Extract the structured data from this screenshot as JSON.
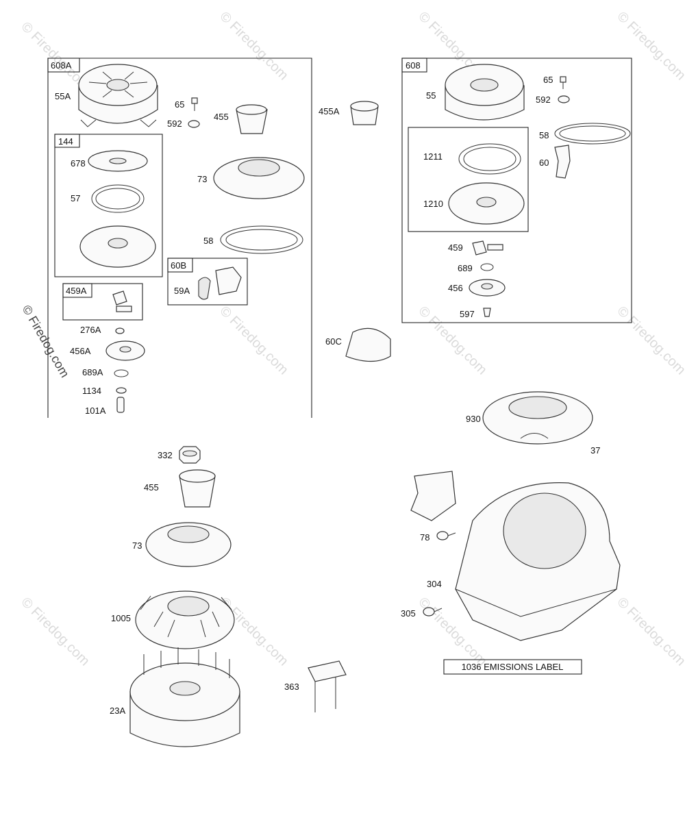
{
  "watermark": "© Firedog.com",
  "side_watermark": "© Firedog.com",
  "groups": [
    {
      "id": "g608A",
      "label": "608A"
    },
    {
      "id": "g144",
      "label": "144"
    },
    {
      "id": "g459A",
      "label": "459A"
    },
    {
      "id": "g60B",
      "label": "60B"
    },
    {
      "id": "g608",
      "label": "608"
    }
  ],
  "callouts": [
    {
      "id": "c55A",
      "text": "55A"
    },
    {
      "id": "c65a",
      "text": "65"
    },
    {
      "id": "c592a",
      "text": "592"
    },
    {
      "id": "c455a",
      "text": "455"
    },
    {
      "id": "c455A",
      "text": "455A"
    },
    {
      "id": "c678",
      "text": "678"
    },
    {
      "id": "c57",
      "text": "57"
    },
    {
      "id": "c73a",
      "text": "73"
    },
    {
      "id": "c58a",
      "text": "58"
    },
    {
      "id": "c59A",
      "text": "59A"
    },
    {
      "id": "c276A",
      "text": "276A"
    },
    {
      "id": "c456A",
      "text": "456A"
    },
    {
      "id": "c689A",
      "text": "689A"
    },
    {
      "id": "c1134",
      "text": "1134"
    },
    {
      "id": "c101A",
      "text": "101A"
    },
    {
      "id": "c60C",
      "text": "60C"
    },
    {
      "id": "c55",
      "text": "55"
    },
    {
      "id": "c65b",
      "text": "65"
    },
    {
      "id": "c592b",
      "text": "592"
    },
    {
      "id": "c1211",
      "text": "1211"
    },
    {
      "id": "c1210",
      "text": "1210"
    },
    {
      "id": "c58b",
      "text": "58"
    },
    {
      "id": "c60",
      "text": "60"
    },
    {
      "id": "c459",
      "text": "459"
    },
    {
      "id": "c689",
      "text": "689"
    },
    {
      "id": "c456",
      "text": "456"
    },
    {
      "id": "c597",
      "text": "597"
    },
    {
      "id": "c930",
      "text": "930"
    },
    {
      "id": "c37",
      "text": "37"
    },
    {
      "id": "c332",
      "text": "332"
    },
    {
      "id": "c455b",
      "text": "455"
    },
    {
      "id": "c73b",
      "text": "73"
    },
    {
      "id": "c1005",
      "text": "1005"
    },
    {
      "id": "c23A",
      "text": "23A"
    },
    {
      "id": "c363",
      "text": "363"
    },
    {
      "id": "c78",
      "text": "78"
    },
    {
      "id": "c304",
      "text": "304"
    },
    {
      "id": "c305",
      "text": "305"
    }
  ],
  "emissions_label": "1036 EMISSIONS LABEL"
}
